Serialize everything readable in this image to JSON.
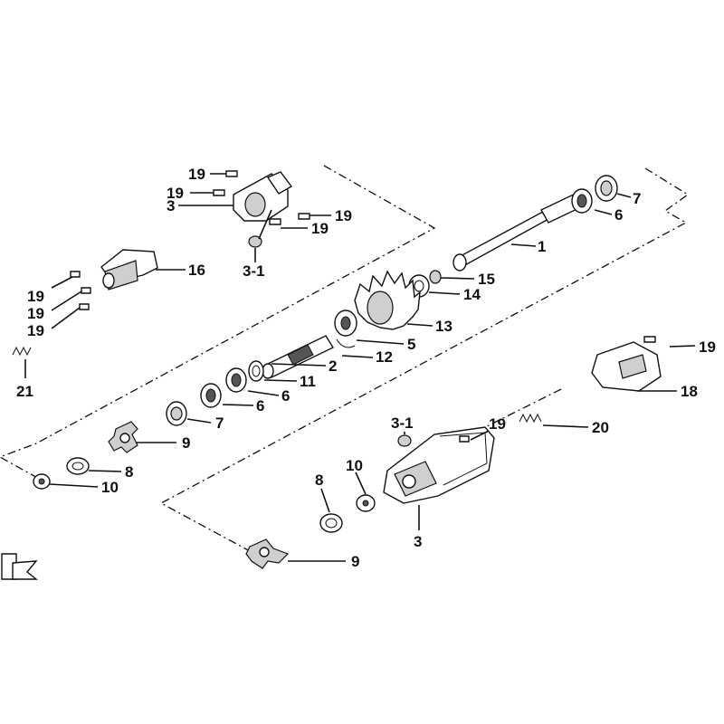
{
  "callouts": {
    "c1": "1",
    "c2": "2",
    "c3_top": "3",
    "c3_bottom": "3",
    "c3_1_top": "3-1",
    "c3_1_bottom": "3-1",
    "c5": "5",
    "c6_top": "6",
    "c6_mid_a": "6",
    "c6_mid_b": "6",
    "c7_top": "7",
    "c7_mid": "7",
    "c8_left": "8",
    "c8_right": "8",
    "c9_left": "9",
    "c9_bottom": "9",
    "c10_left": "10",
    "c10_right": "10",
    "c11": "11",
    "c12": "12",
    "c13": "13",
    "c14": "14",
    "c15": "15",
    "c16": "16",
    "c18": "18",
    "c19_a": "19",
    "c19_b": "19",
    "c19_c": "19",
    "c19_d": "19",
    "c19_e": "19",
    "c19_f": "19",
    "c19_g": "19",
    "c19_h": "19",
    "c19_i": "19",
    "c20": "20",
    "c21": "21"
  }
}
